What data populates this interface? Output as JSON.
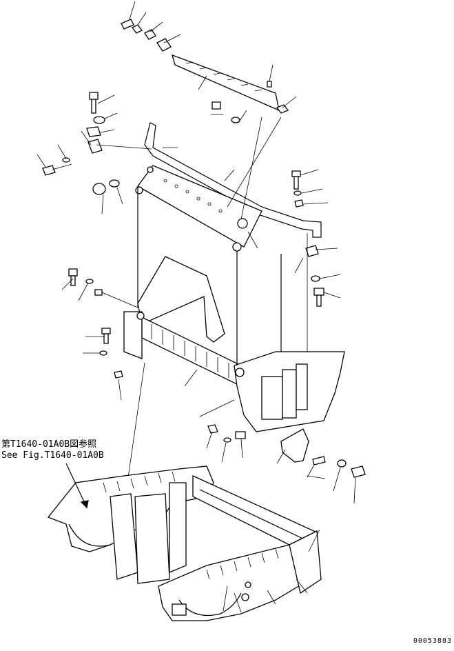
{
  "reference": {
    "line1": "第T1640-01A0B図参照",
    "line2": "See Fig.T1640-01A0B"
  },
  "drawing_code": "00053883"
}
